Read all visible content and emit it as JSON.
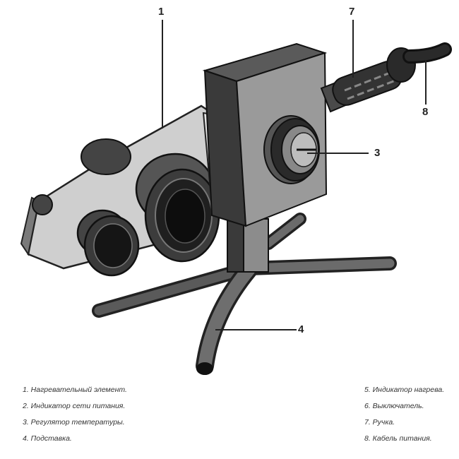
{
  "callouts": {
    "c1": "1",
    "c3": "3",
    "c4": "4",
    "c7": "7",
    "c8": "8"
  },
  "legend_left": [
    "1. Нагревательный элемент.",
    "2. Индикатор сети питания.",
    "3. Регулятор температуры.",
    "4. Подставка."
  ],
  "legend_right": [
    "5. Индикатор нагрева.",
    "6. Выключатель.",
    "7. Ручка.",
    "8. Кабель питания."
  ]
}
